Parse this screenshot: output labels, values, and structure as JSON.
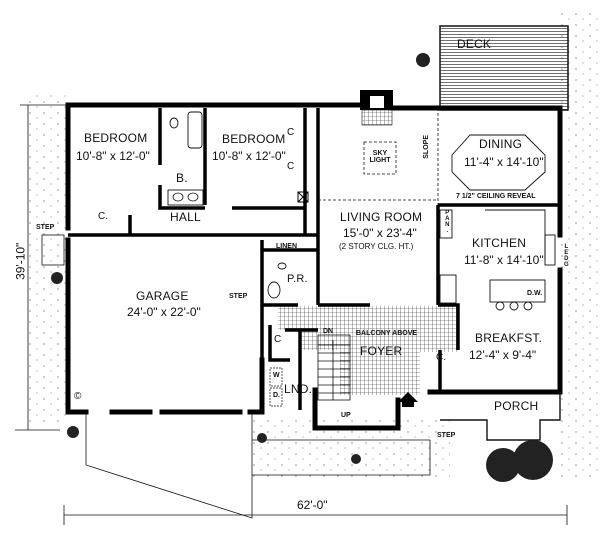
{
  "plan": {
    "overall_width": "62'-0\"",
    "overall_depth": "39'-10\"",
    "rooms": {
      "deck": {
        "name": "DECK"
      },
      "bedroom1": {
        "name": "BEDROOM",
        "size": "10'-8\" x 12'-0\""
      },
      "bedroom2": {
        "name": "BEDROOM",
        "size": "10'-8\" x 12'-0\""
      },
      "bath": {
        "name": "B."
      },
      "hall": {
        "name": "HALL"
      },
      "hall_closet": {
        "name": "C."
      },
      "bedroom2_closet_a": {
        "name": "C"
      },
      "bedroom2_closet_b": {
        "name": "C"
      },
      "linen": {
        "name": "LINEN"
      },
      "powder_room": {
        "name": "P.R."
      },
      "garage": {
        "name": "GARAGE",
        "size": "24'-0\" x 22'-0\""
      },
      "garage_closet": {
        "name": "C"
      },
      "laundry": {
        "name": "LND.",
        "washer": "W",
        "dryer": "D."
      },
      "living_room": {
        "name": "LIVING ROOM",
        "size": "15'-0\" x 23'-4\"",
        "note": "(2 STORY CLG. HT.)"
      },
      "skylight": {
        "name": "SKY LIGHT"
      },
      "slope": {
        "name": "SLOPE"
      },
      "dining": {
        "name": "DINING",
        "size": "11'-4\" x 14'-10\"",
        "note": "7 1/2\" CEILING REVEAL"
      },
      "kitchen": {
        "name": "KITCHEN",
        "size": "11'-8\" x 14'-10\"",
        "pantry": "PAN.",
        "ledge": "LEDG",
        "dishwasher": "D.W."
      },
      "breakfast": {
        "name": "BREAKFST.",
        "size": "12'-4\" x 9'-4\""
      },
      "foyer": {
        "name": "FOYER",
        "closet": "C.",
        "balcony": "BALCONY ABOVE"
      },
      "stairs": {
        "down": "DN",
        "up": "UP"
      },
      "porch": {
        "name": "PORCH"
      }
    },
    "annotations": {
      "step_left": "STEP",
      "step_garage": "STEP",
      "step_porch": "STEP",
      "copyright": "©"
    }
  }
}
